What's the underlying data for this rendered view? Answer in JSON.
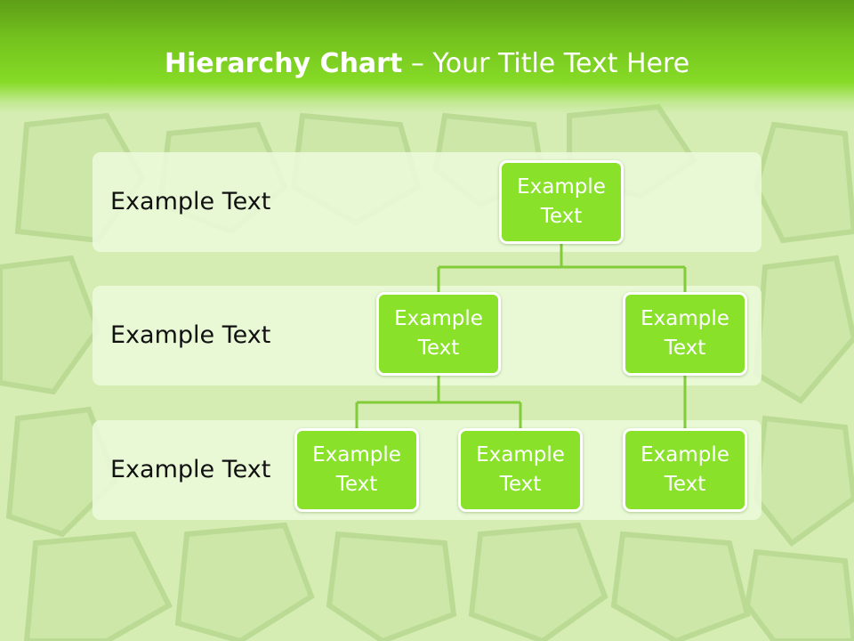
{
  "title": {
    "bold": "Hierarchy Chart",
    "rest": " – Your Title Text Here"
  },
  "levels": [
    {
      "label": "Example Text"
    },
    {
      "label": "Example Text"
    },
    {
      "label": "Example Text"
    }
  ],
  "nodes": [
    {
      "text": "Example Text"
    },
    {
      "text": "Example Text"
    },
    {
      "text": "Example Text"
    },
    {
      "text": "Example Text"
    },
    {
      "text": "Example Text"
    },
    {
      "text": "Example Text"
    }
  ],
  "colors": {
    "accent": "#89e12a",
    "connector": "#82cc3a",
    "title_band": "#74c31e"
  }
}
